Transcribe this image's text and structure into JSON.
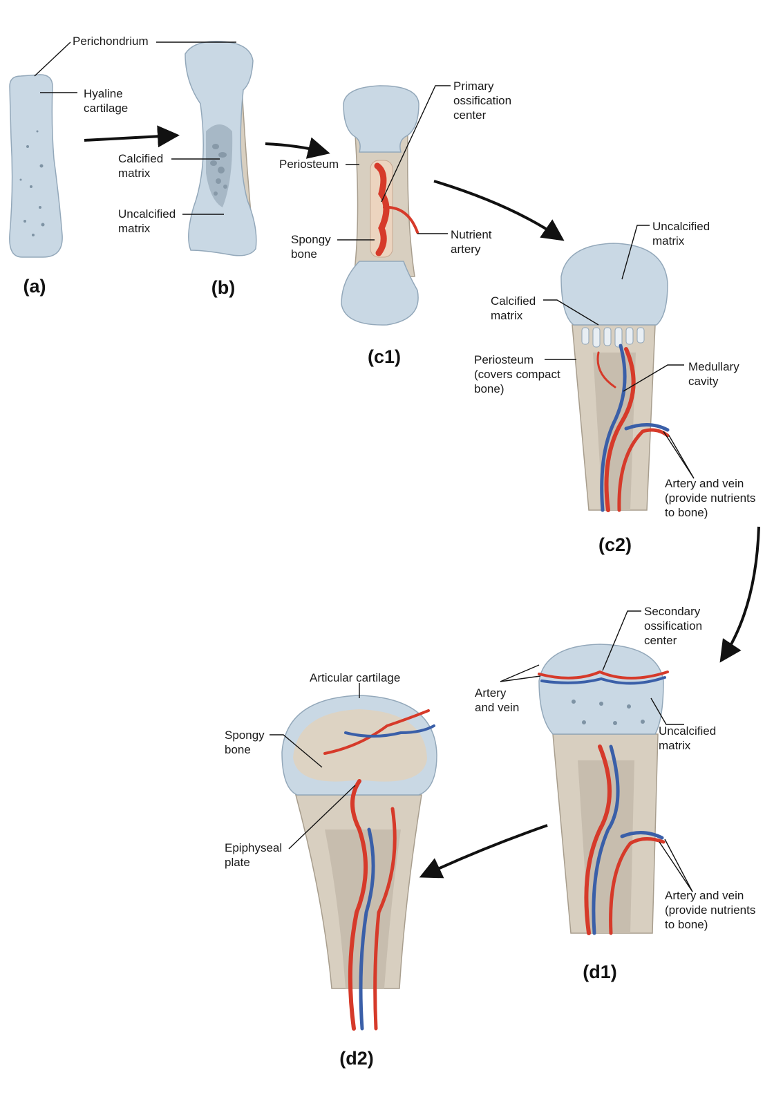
{
  "labels": {
    "perichondrium": "Perichondrium",
    "hyaline_cartilage_1": "Hyaline",
    "hyaline_cartilage_2": "cartilage",
    "calcified_matrix_b_1": "Calcified",
    "calcified_matrix_b_2": "matrix",
    "uncalcified_matrix_b_1": "Uncalcified",
    "uncalcified_matrix_b_2": "matrix",
    "primary_ossification_1": "Primary",
    "primary_ossification_2": "ossification",
    "primary_ossification_3": "center",
    "periosteum_c1": "Periosteum",
    "spongy_bone_c1_1": "Spongy",
    "spongy_bone_c1_2": "bone",
    "nutrient_artery_1": "Nutrient",
    "nutrient_artery_2": "artery",
    "uncalcified_matrix_c2_1": "Uncalcified",
    "uncalcified_matrix_c2_2": "matrix",
    "calcified_matrix_c2_1": "Calcified",
    "calcified_matrix_c2_2": "matrix",
    "periosteum_c2_1": "Periosteum",
    "periosteum_c2_2": "(covers compact",
    "periosteum_c2_3": "bone)",
    "medullary_cavity_1": "Medullary",
    "medullary_cavity_2": "cavity",
    "artery_vein_c2_1": "Artery and vein",
    "artery_vein_c2_2": "(provide nutrients",
    "artery_vein_c2_3": "to bone)",
    "secondary_ossification_1": "Secondary",
    "secondary_ossification_2": "ossification",
    "secondary_ossification_3": "center",
    "artery_vein_d1_top_1": "Artery",
    "artery_vein_d1_top_2": "and vein",
    "uncalcified_matrix_d1_1": "Uncalcified",
    "uncalcified_matrix_d1_2": "matrix",
    "artery_vein_d1_1": "Artery and vein",
    "artery_vein_d1_2": "(provide nutrients",
    "artery_vein_d1_3": "to bone)",
    "articular_cartilage": "Articular cartilage",
    "spongy_bone_d2_1": "Spongy",
    "spongy_bone_d2_2": "bone",
    "epiphyseal_plate_1": "Epiphyseal",
    "epiphyseal_plate_2": "plate"
  },
  "captions": {
    "a": "(a)",
    "b": "(b)",
    "c1": "(c1)",
    "c2": "(c2)",
    "d1": "(d1)",
    "d2": "(d2)"
  },
  "colors": {
    "cartilage": "#b9cad8",
    "bone_shaft": "#d8cfc0",
    "artery": "#d63a2a",
    "vein": "#3a5fa8"
  }
}
